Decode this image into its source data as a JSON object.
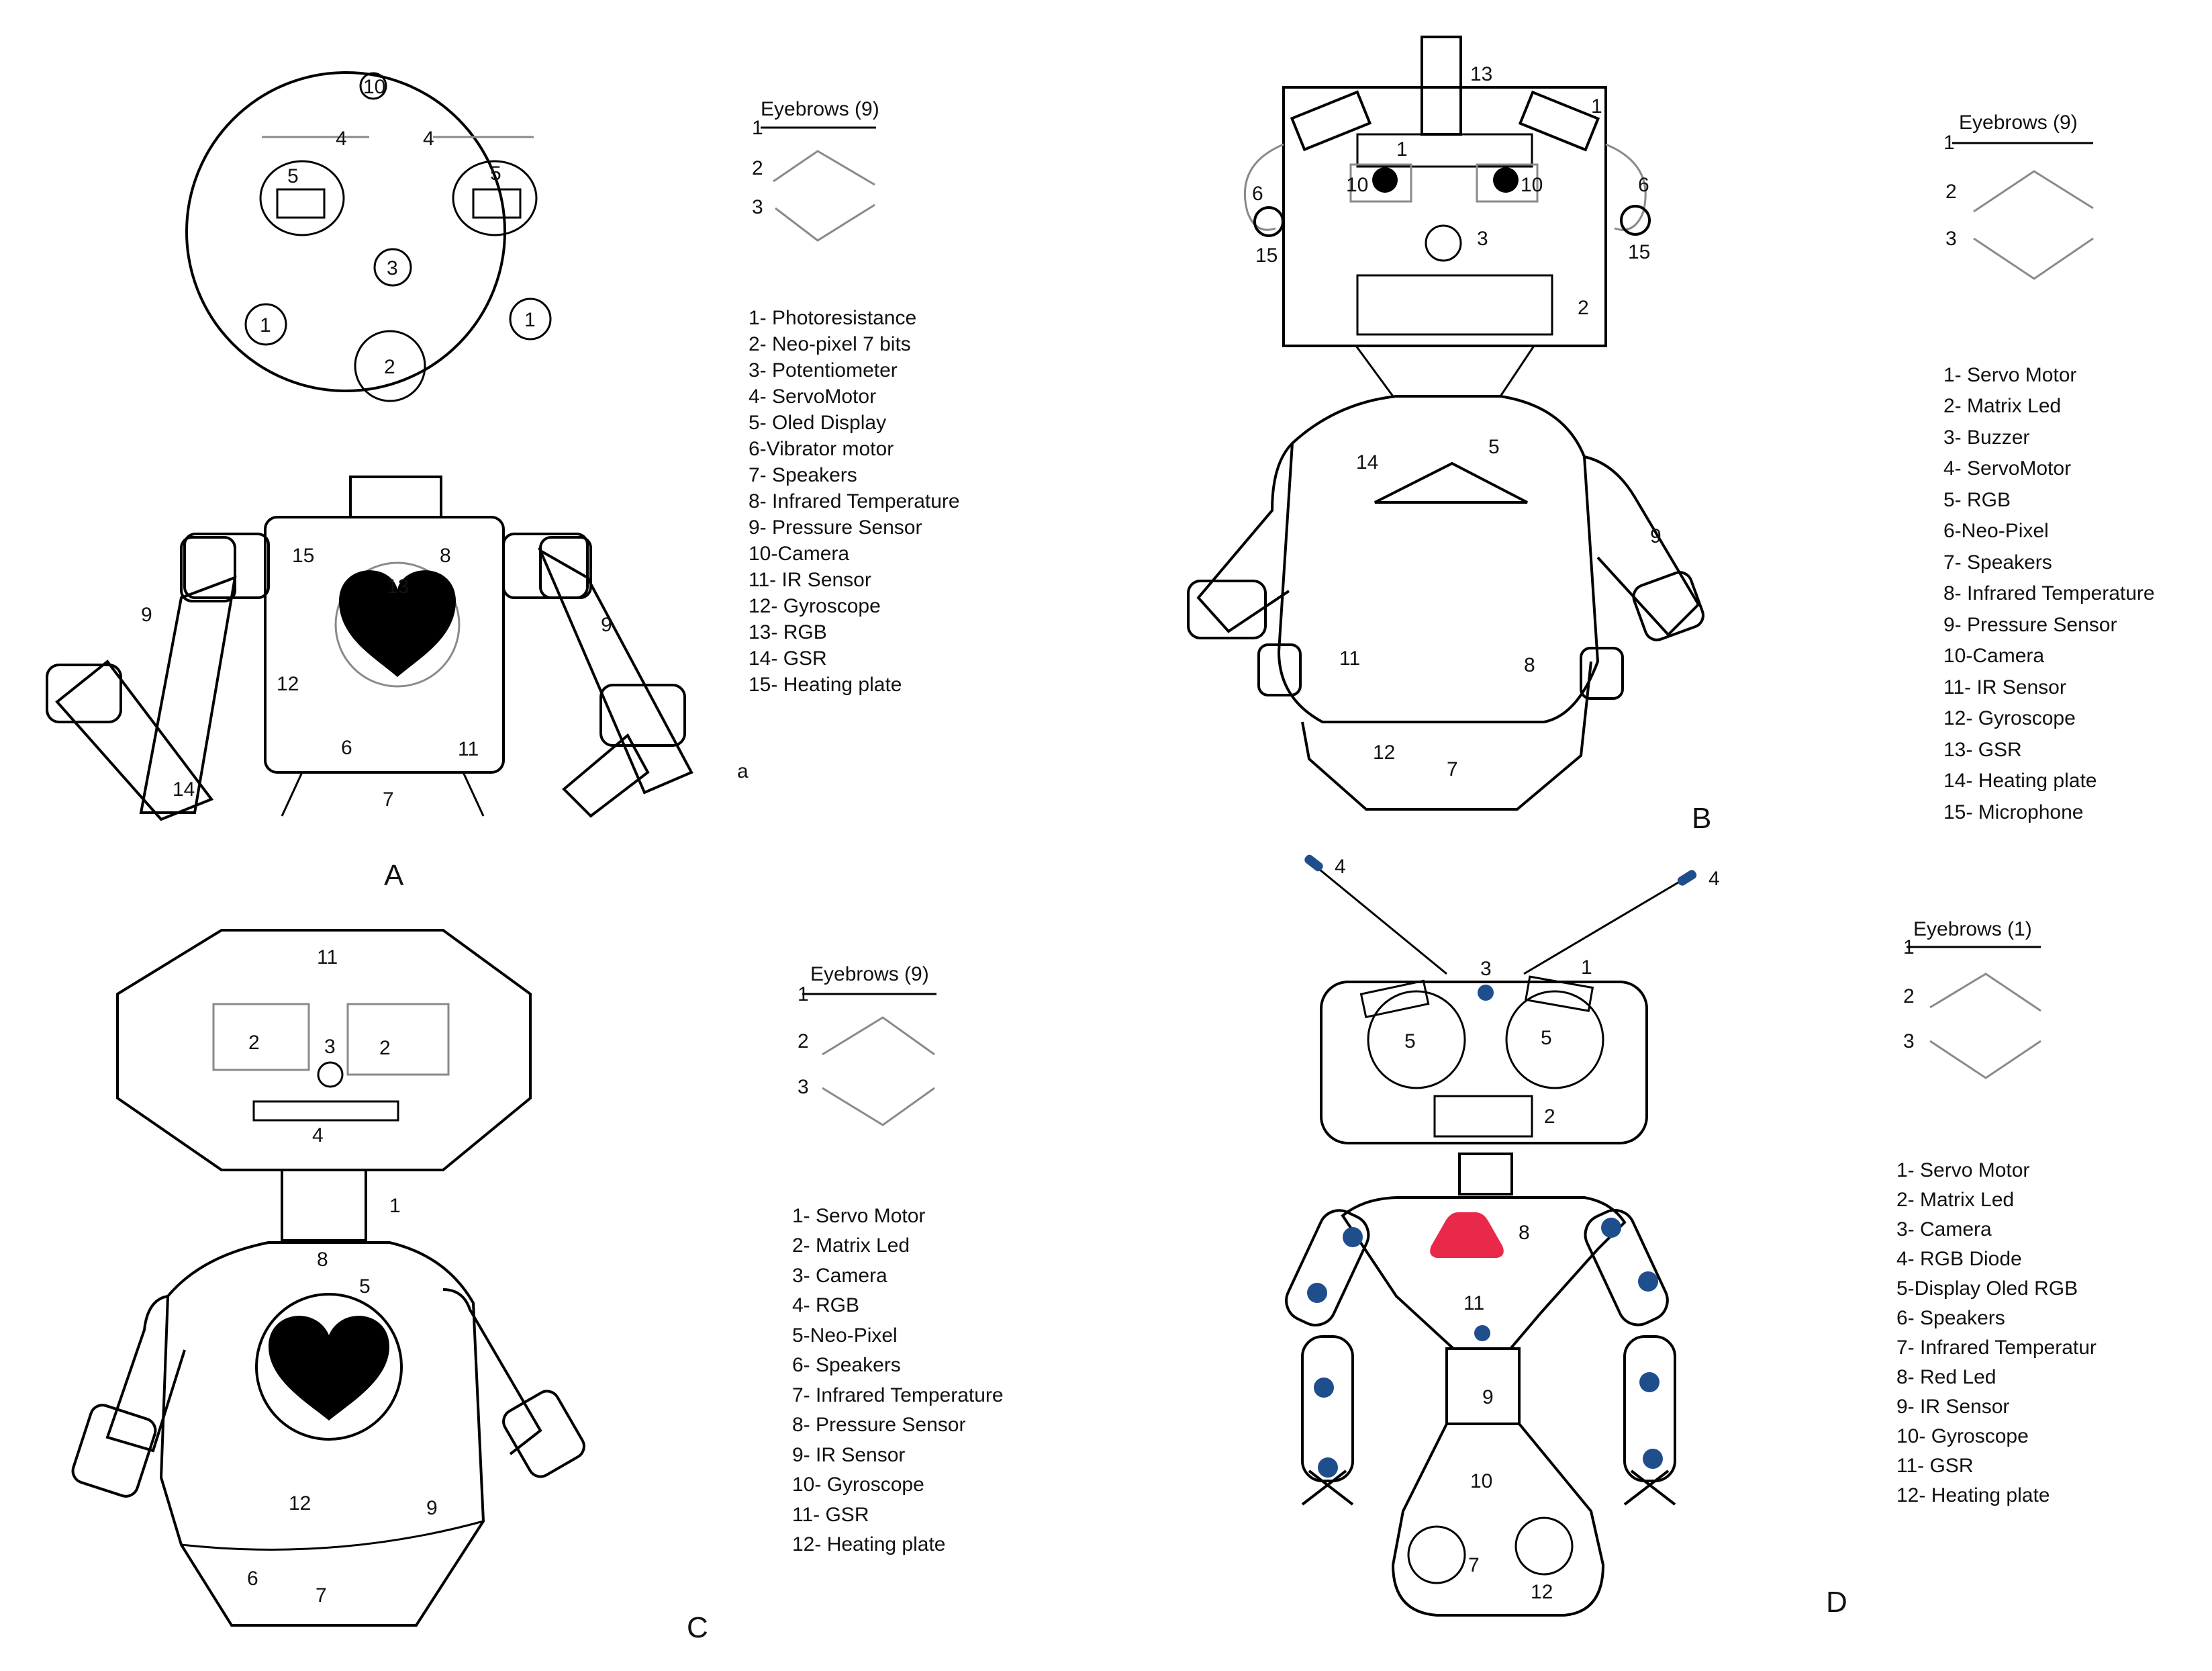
{
  "panel_letters": [
    "A",
    "B",
    "C",
    "D"
  ],
  "stray_mark": "a",
  "panels": {
    "A": {
      "eyebrows_title": "Eyebrows (9)",
      "eyebrow_positions": [
        "1",
        "2",
        "3"
      ],
      "legend": [
        "1- Photoresistance",
        "2- Neo-pixel 7 bits",
        "3- Potentiometer",
        "4- ServoMotor",
        "5- Oled Display",
        "6-Vibrator motor",
        "7- Speakers",
        "8- Infrared Temperature",
        "9- Pressure Sensor",
        "10-Camera",
        "11- IR Sensor",
        "12- Gyroscope",
        "13- RGB",
        "14- GSR",
        "15- Heating plate"
      ],
      "labels": {
        "n10": "10",
        "n4a": "4",
        "n4b": "4",
        "n5a": "5",
        "n5b": "5",
        "n3": "3",
        "n1a": "1",
        "n1b": "1",
        "n2": "2",
        "n15": "15",
        "n8": "8",
        "n13": "13",
        "n12": "12",
        "n6": "6",
        "n11": "11",
        "n7": "7",
        "n9a": "9",
        "n9b": "9",
        "n14": "14"
      }
    },
    "B": {
      "eyebrows_title": "Eyebrows (9)",
      "eyebrow_positions": [
        "1",
        "2",
        "3"
      ],
      "legend": [
        "1- Servo Motor",
        "2- Matrix Led",
        "3- Buzzer",
        "4- ServoMotor",
        "5- RGB",
        "6-Neo-Pixel",
        "7- Speakers",
        "8- Infrared Temperature",
        "9- Pressure Sensor",
        "10-Camera",
        "11- IR Sensor",
        "12- Gyroscope",
        "13- GSR",
        "14- Heating  plate",
        "15- Microphone"
      ],
      "labels": {
        "n13": "13",
        "n1a": "1",
        "n1b": "1",
        "n10a": "10",
        "n10b": "10",
        "n6a": "6",
        "n6b": "6",
        "n15a": "15",
        "n15b": "15",
        "n3": "3",
        "n2": "2",
        "n14": "14",
        "n5": "5",
        "n9": "9",
        "n11": "11",
        "n8": "8",
        "n12": "12",
        "n7": "7"
      }
    },
    "C": {
      "eyebrows_title": "Eyebrows (9)",
      "eyebrow_positions": [
        "1",
        "2",
        "3"
      ],
      "legend": [
        "1- Servo Motor",
        "2- Matrix Led",
        "3- Camera",
        "4- RGB",
        "5-Neo-Pixel",
        "6- Speakers",
        "7- Infrared Temperature",
        "8- Pressure Sensor",
        "9- IR Sensor",
        "10- Gyroscope",
        "11- GSR",
        "12- Heating  plate"
      ],
      "labels": {
        "n11": "11",
        "n2a": "2",
        "n3": "3",
        "n2b": "2",
        "n4": "4",
        "n1": "1",
        "n8": "8",
        "n5": "5",
        "n12": "12",
        "n9": "9",
        "n6": "6",
        "n7": "7"
      }
    },
    "D": {
      "eyebrows_title": "Eyebrows (1)",
      "eyebrow_positions": [
        "1",
        "2",
        "3"
      ],
      "legend": [
        "1- Servo Motor",
        "2- Matrix Led",
        "3- Camera",
        "4- RGB Diode",
        "5-Display Oled RGB",
        "6- Speakers",
        "7- Infrared Temperatur",
        "8- Red Led",
        "9- IR Sensor",
        "10- Gyroscope",
        "11- GSR",
        "12-  Heating  plate"
      ],
      "labels": {
        "n4a": "4",
        "n4b": "4",
        "n3": "3",
        "n1": "1",
        "n5a": "5",
        "n5b": "5",
        "n2": "2",
        "n8": "8",
        "n11": "11",
        "n9": "9",
        "n10": "10",
        "n7": "7",
        "n12": "12"
      }
    }
  },
  "colors": {
    "red_led": "#e8294a",
    "joint": "#1f4e8c",
    "outline": "#000000",
    "grey_line": "#8a8a8a"
  }
}
